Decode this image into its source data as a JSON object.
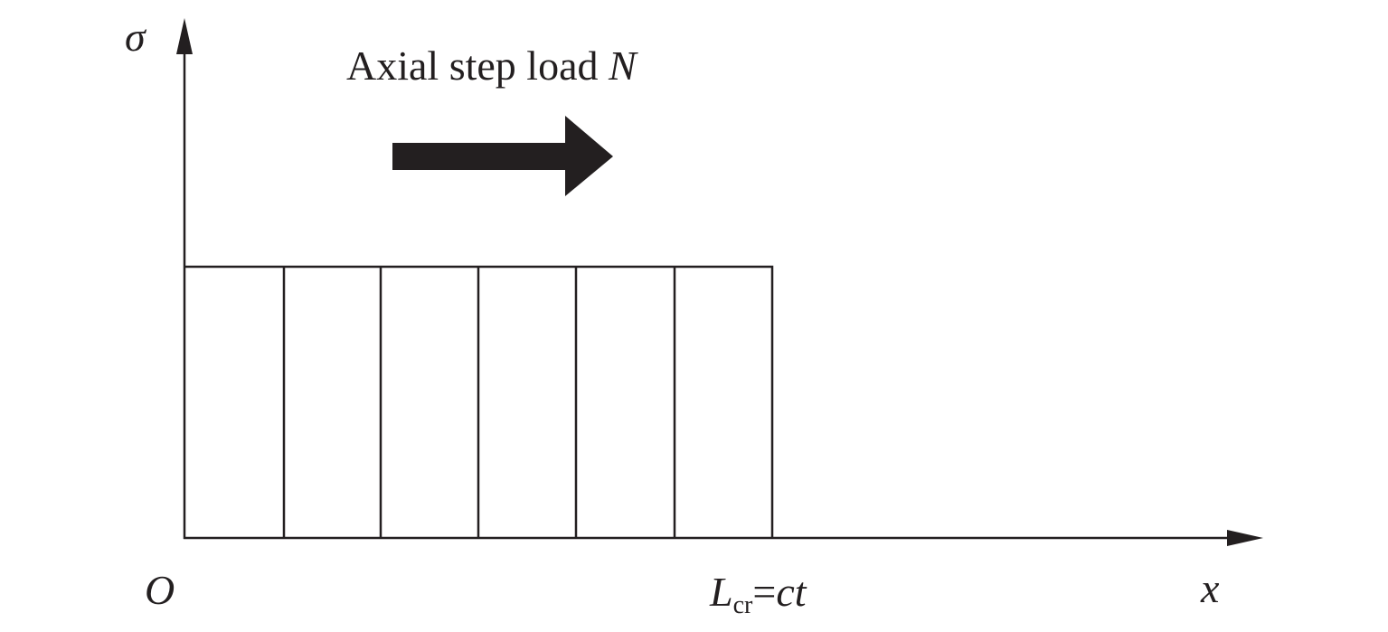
{
  "labels": {
    "y_axis": "σ",
    "x_axis": "x",
    "origin": "O",
    "load_text": "Axial step load ",
    "load_symbol": "N",
    "length_L": "L",
    "length_sub": "cr",
    "length_eq": "=",
    "length_ct": "ct"
  },
  "diagram": {
    "segments": 6,
    "colors": {
      "stroke": "#231f20",
      "arrow": "#231f20"
    }
  }
}
